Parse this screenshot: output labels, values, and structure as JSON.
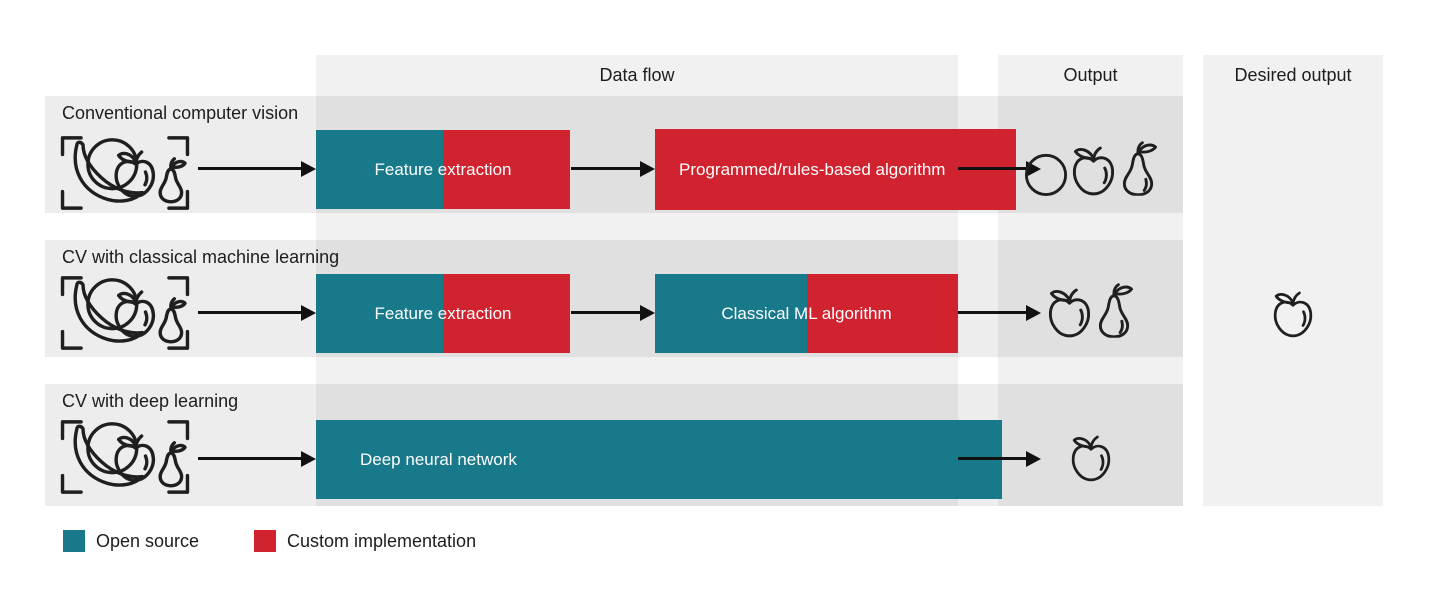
{
  "palette": {
    "teal": "#17798a",
    "red": "#d0232f",
    "column": "#f1f1f1",
    "row": "rgba(0,0,0,0.07)",
    "text": "#1d1d1d",
    "box_text": "#ffffff",
    "line": "#111111",
    "stroke": "#1f1f1f"
  },
  "headers": {
    "data_flow": "Data flow",
    "output": "Output",
    "desired_output": "Desired output"
  },
  "rows": [
    {
      "label": "Conventional computer vision",
      "input_icon": "fruit-photo",
      "stages": [
        {
          "text": "Feature extraction",
          "split": [
            "open-source",
            "custom"
          ]
        },
        {
          "text": "Programmed/rules-based algorithm",
          "split": [
            "custom"
          ]
        }
      ],
      "output_icons": [
        "orange",
        "apple",
        "pear"
      ],
      "desired_output_icons": []
    },
    {
      "label": "CV with classical machine learning",
      "input_icon": "fruit-photo",
      "stages": [
        {
          "text": "Feature extraction",
          "split": [
            "open-source",
            "custom"
          ]
        },
        {
          "text": "Classical ML algorithm",
          "split": [
            "open-source",
            "custom"
          ]
        }
      ],
      "output_icons": [
        "apple",
        "pear"
      ],
      "desired_output_icons": [
        "apple"
      ]
    },
    {
      "label": "CV with deep learning",
      "input_icon": "fruit-photo",
      "stages": [
        {
          "text": "Deep neural network",
          "split": [
            "open-source"
          ]
        }
      ],
      "output_icons": [
        "apple"
      ],
      "desired_output_icons": []
    }
  ],
  "legend": [
    {
      "label": "Open source",
      "color": "#17798a"
    },
    {
      "label": "Custom implementation",
      "color": "#d0232f"
    }
  ]
}
